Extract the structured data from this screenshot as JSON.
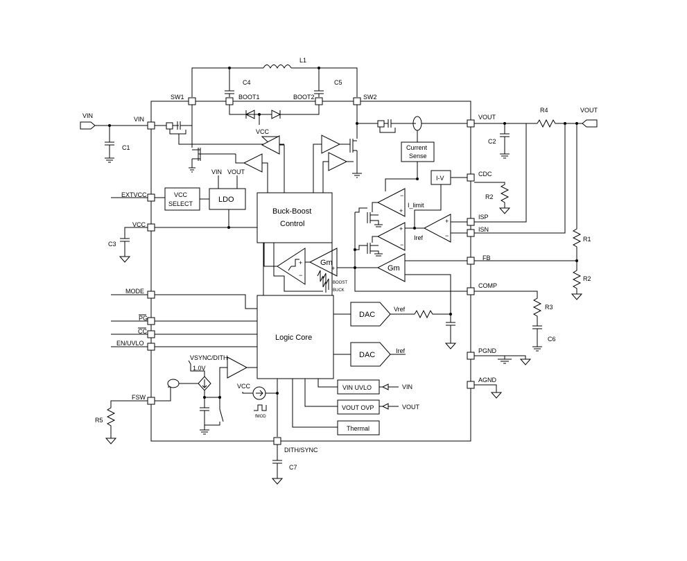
{
  "pins": {
    "vin": "VIN",
    "sw1": "SW1",
    "boot1": "BOOT1",
    "boot2": "BOOT2",
    "sw2": "SW2",
    "vout": "VOUT",
    "cdc": "CDC",
    "isp": "ISP",
    "isn": "ISN",
    "fb": "FB",
    "comp": "COMP",
    "pgnd": "PGND",
    "agnd": "AGND",
    "extvcc": "EXTVCC",
    "vcc": "VCC",
    "mode": "MODE",
    "pg": "PG",
    "cc": "CC",
    "en_uvlo": "EN/UVLO",
    "fsw": "FSW",
    "dith_sync": "DITH/SYNC"
  },
  "components": {
    "l1": "L1",
    "c1": "C1",
    "c2": "C2",
    "c3": "C3",
    "c4": "C4",
    "c5": "C5",
    "c6": "C6",
    "c7": "C7",
    "r1": "R1",
    "r2_cdc": "R2",
    "r2_fb": "R2",
    "r3": "R3",
    "r4": "R4",
    "r5": "R5"
  },
  "external": {
    "vin": "VIN",
    "vout": "VOUT"
  },
  "blocks": {
    "vcc_select_1": "VCC",
    "vcc_select_2": "SELECT",
    "ldo": "LDO",
    "ldo_vin": "VIN",
    "ldo_vout": "VOUT",
    "bbc_1": "Buck-Boost",
    "bbc_2": "Control",
    "logic_core": "Logic Core",
    "current_sense_1": "Current",
    "current_sense_2": "Sense",
    "iv": "I-V",
    "dac1": "DAC",
    "dac2": "DAC",
    "vin_uvlo": "VIN UVLO",
    "vout_ovp": "VOUT OVP",
    "thermal": "Thermal",
    "gm1": "Gm",
    "gm2": "Gm"
  },
  "signals": {
    "vcc_boot": "VCC",
    "i_limit": "I_limit",
    "iref_amp": "Iref",
    "vref": "Vref",
    "iref_dac": "Iref",
    "boost": "BOOST",
    "buck": "BUCK",
    "vin_in": "VIN",
    "vout_in": "VOUT",
    "vcc_src": "VCC",
    "fmod": "fMOD",
    "v_sync": "VSYNC/DITH",
    "v_1_0": "1.0V"
  }
}
